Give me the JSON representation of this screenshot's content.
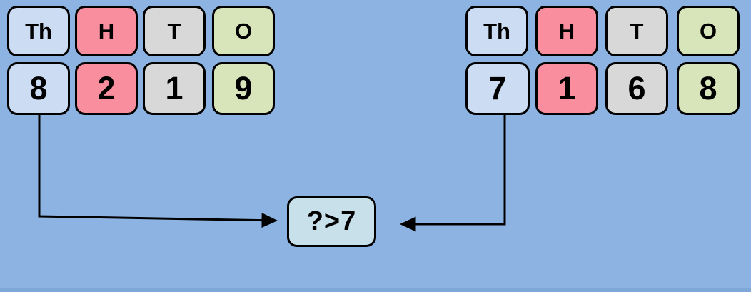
{
  "colors": {
    "background": "#8db3e2",
    "thousands_box": "#ccdcf2",
    "hundreds_box": "#f98e9e",
    "tens_box": "#d8d8d8",
    "ones_box": "#d8e4ba",
    "comparison_box": "#c8e0ea",
    "line": "#000000",
    "bottom_edge": "#7ea6d6"
  },
  "left_table": {
    "headers": [
      "Th",
      "H",
      "T",
      "O"
    ],
    "digits": [
      "8",
      "2",
      "1",
      "9"
    ]
  },
  "right_table": {
    "headers": [
      "Th",
      "H",
      "T",
      "O"
    ],
    "digits": [
      "7",
      "1",
      "6",
      "8"
    ]
  },
  "comparison": {
    "label": "?>7"
  }
}
